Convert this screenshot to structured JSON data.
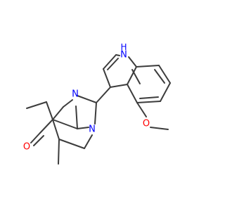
{
  "molecule": {
    "atoms": {
      "indole_n": {
        "symbol": "N",
        "color": "#0000ff"
      },
      "indole_h": {
        "symbol": "H",
        "color": "#0000ff"
      },
      "aminal_n1": {
        "symbol": "N",
        "color": "#0000ff"
      },
      "aminal_n2": {
        "symbol": "N",
        "color": "#0000ff"
      },
      "ether_o": {
        "symbol": "O",
        "color": "#ff0000"
      },
      "ketone_o": {
        "symbol": "O",
        "color": "#ff0000"
      }
    },
    "bond_color": "#3c3c3c"
  }
}
